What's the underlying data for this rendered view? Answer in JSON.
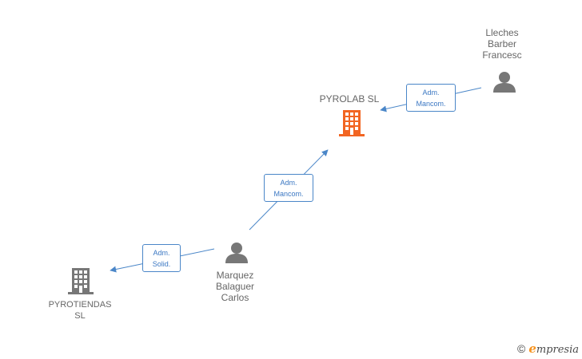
{
  "nodes": {
    "pyrolab": {
      "label": "PYROLAB SL",
      "type": "company",
      "color": "#f26522"
    },
    "pyrotiendas": {
      "label_lines": [
        "PYROTIENDAS",
        "SL"
      ],
      "type": "company",
      "color": "#777777"
    },
    "lleches": {
      "label_lines": [
        "Lleches",
        "Barber",
        "Francesc"
      ],
      "type": "person",
      "color": "#777777"
    },
    "marquez": {
      "label_lines": [
        "Marquez",
        "Balaguer",
        "Carlos"
      ],
      "type": "person",
      "color": "#777777"
    }
  },
  "edges": [
    {
      "from": "lleches",
      "to": "pyrolab",
      "label_lines": [
        "Adm.",
        "Mancom."
      ]
    },
    {
      "from": "marquez",
      "to": "pyrolab",
      "label_lines": [
        "Adm.",
        "Mancom."
      ]
    },
    {
      "from": "marquez",
      "to": "pyrotiendas",
      "label_lines": [
        "Adm.",
        "Solid."
      ]
    }
  ],
  "edge_color": "#4a86c8",
  "brand": {
    "copyright": "©",
    "initial": "e",
    "rest": "mpresia"
  }
}
